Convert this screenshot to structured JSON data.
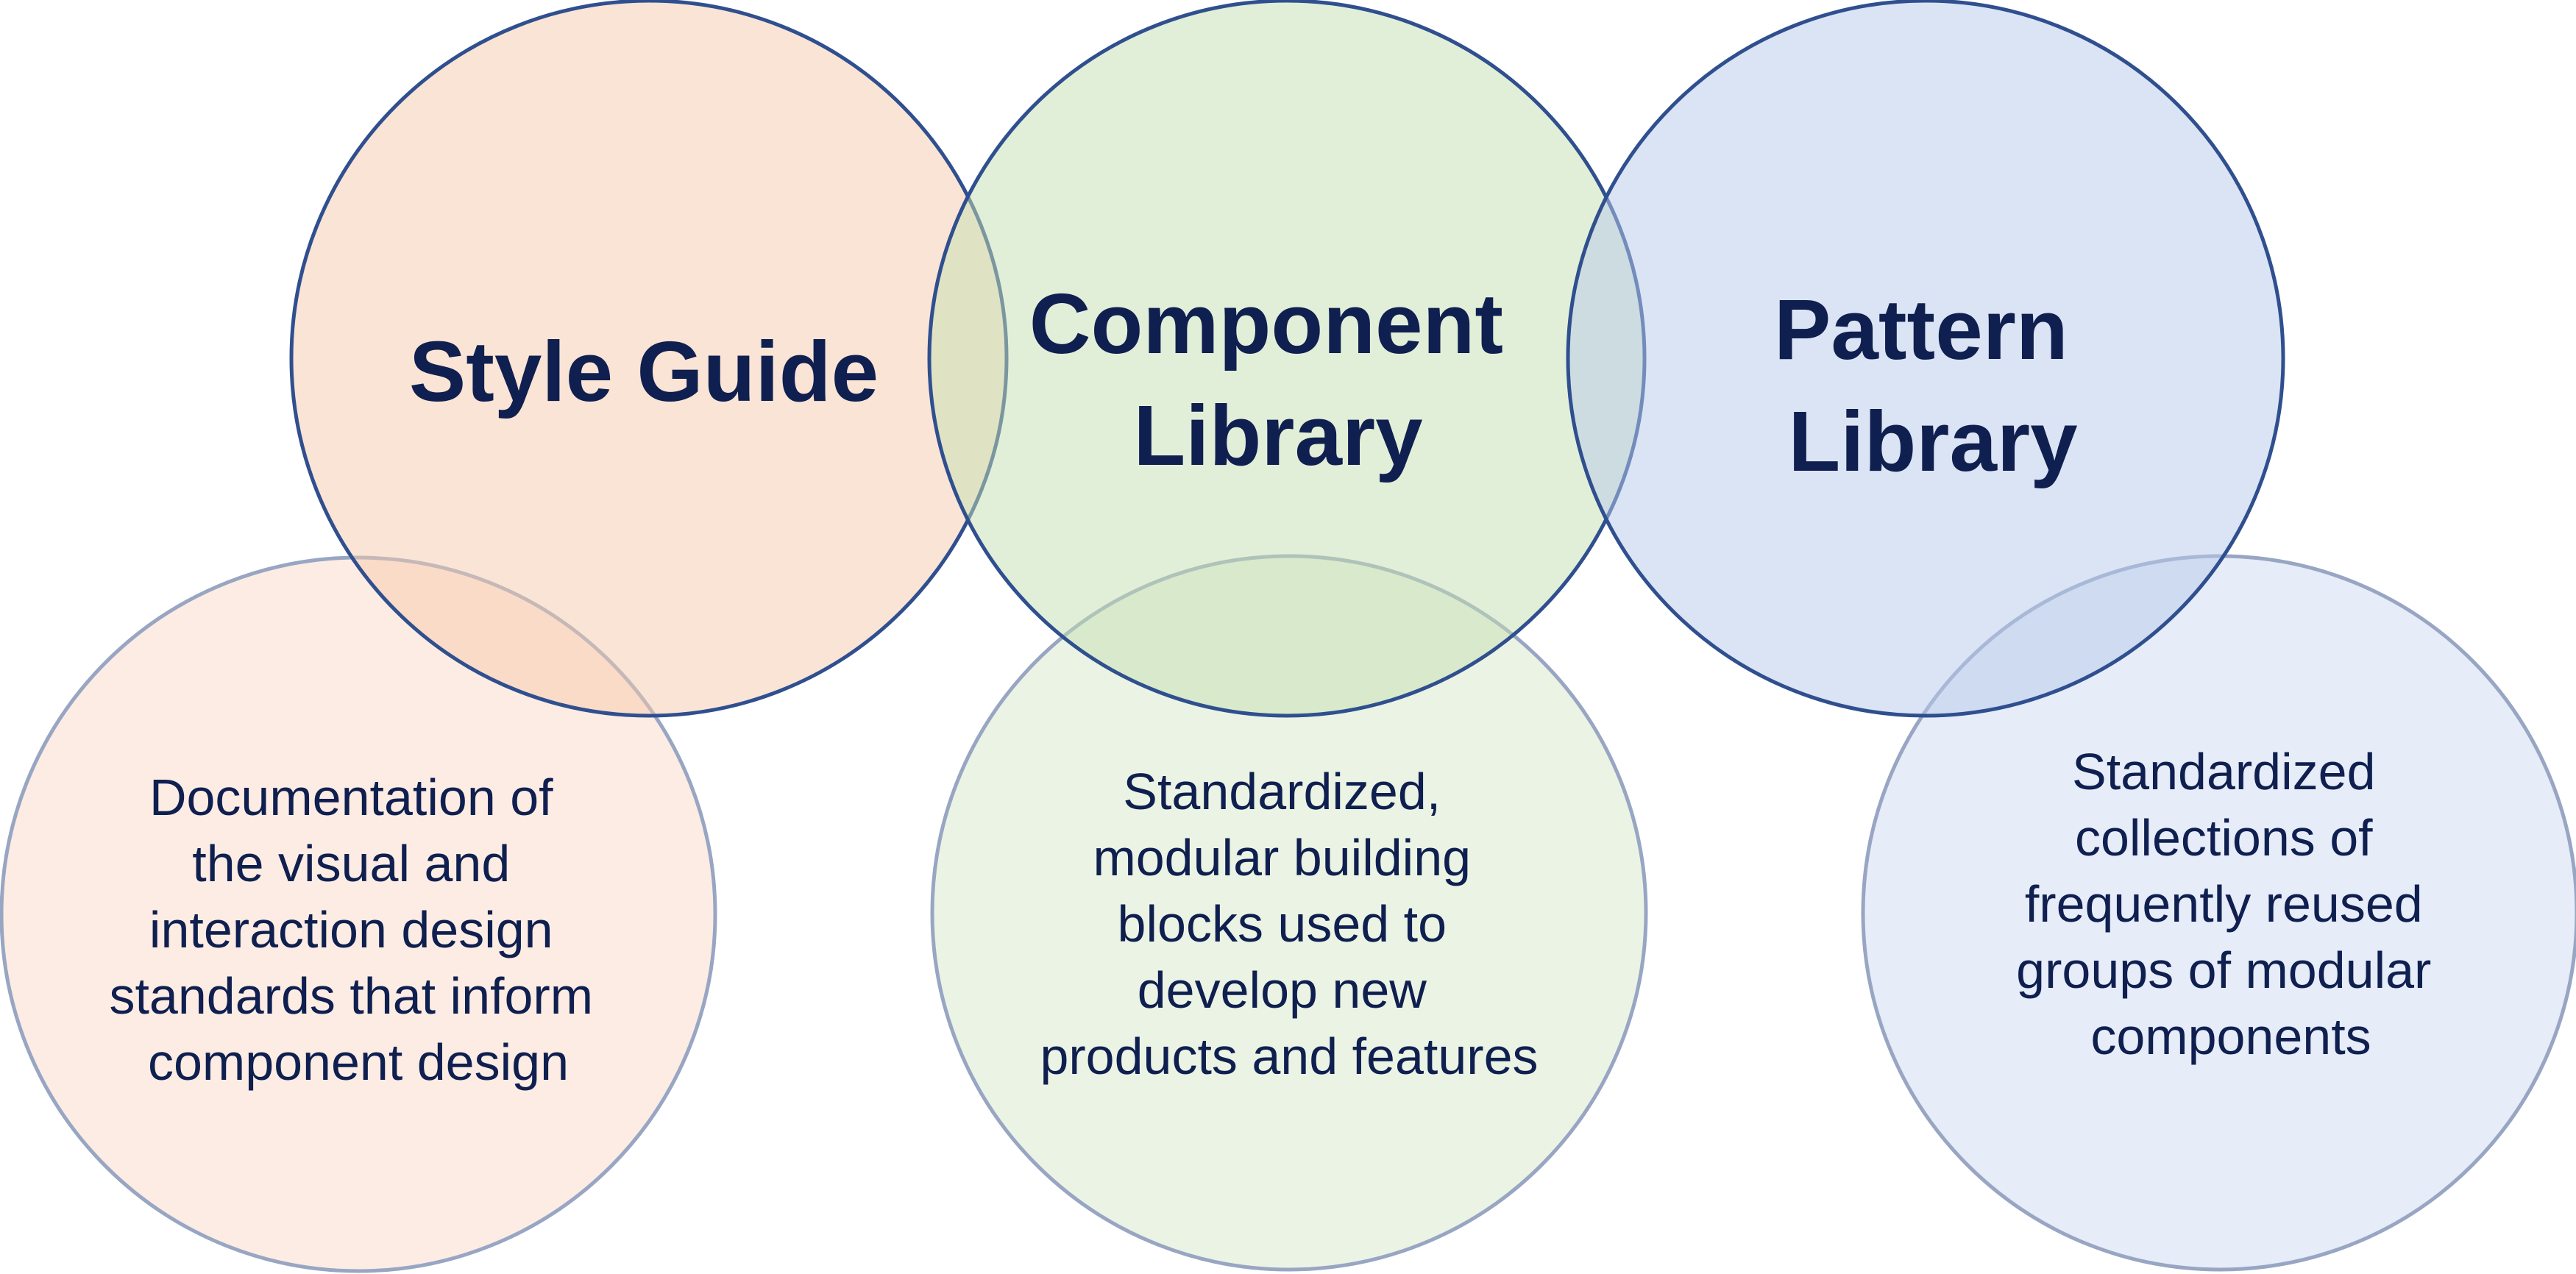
{
  "colors": {
    "text": "#0f1f4f",
    "style_fill": "#f5c9ae",
    "component_fill": "#c5dfb1",
    "pattern_fill": "#b8c9ea",
    "stroke_top": "#2f4f8f",
    "stroke_bottom": "#98a6c3"
  },
  "concepts": [
    {
      "id": "style",
      "title": [
        "Style Guide"
      ],
      "description": [
        "Documentation of",
        "the visual and",
        "interaction design",
        "standards that inform",
        "component design"
      ]
    },
    {
      "id": "component",
      "title": [
        "Component",
        "Library"
      ],
      "description": [
        "Standardized,",
        "modular building",
        "blocks used to",
        "develop new",
        "products and features"
      ]
    },
    {
      "id": "pattern",
      "title": [
        "Pattern",
        "Library"
      ],
      "description": [
        "Standardized",
        "collections of",
        "frequently reused",
        "groups of modular",
        "components"
      ]
    }
  ]
}
